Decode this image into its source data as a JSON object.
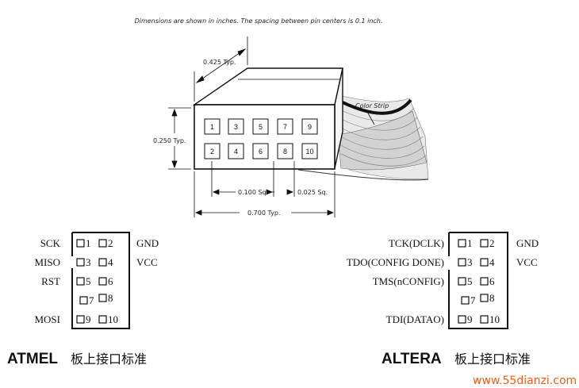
{
  "header_note": "Dimensions are shown in inches. The spacing between pin centers is 0.1 inch.",
  "dimensions": {
    "depth": "0.425 Typ.",
    "height": "0.250 Typ.",
    "pin_pitch": "0.100 Sq.",
    "pin_size": "0.025 Sq.",
    "width": "0.700 Typ."
  },
  "color_strip_label": "Color Strip",
  "connector_pins": {
    "top": [
      "1",
      "3",
      "5",
      "7",
      "9"
    ],
    "bottom": [
      "2",
      "4",
      "6",
      "8",
      "10"
    ]
  },
  "atmel": {
    "left_signals": [
      "SCK",
      "MISO",
      "RST",
      "",
      "MOSI"
    ],
    "right_signals": [
      "GND",
      "VCC",
      "",
      "",
      ""
    ],
    "pins": [
      [
        "1",
        "2"
      ],
      [
        "3",
        "4"
      ],
      [
        "5",
        "6"
      ],
      [
        "7",
        "8"
      ],
      [
        "9",
        "10"
      ]
    ],
    "brand": "ATMEL",
    "caption": "板上接口标准"
  },
  "altera": {
    "left_signals": [
      "TCK(DCLK)",
      "TDO(CONFIG DONE)",
      "TMS(nCONFIG)",
      "",
      "TDI(DATAO)"
    ],
    "right_signals": [
      "GND",
      "VCC",
      "",
      "",
      ""
    ],
    "pins": [
      [
        "1",
        "2"
      ],
      [
        "3",
        "4"
      ],
      [
        "5",
        "6"
      ],
      [
        "7",
        "8"
      ],
      [
        "9",
        "10"
      ]
    ],
    "brand": "ALTERA",
    "caption": "板上接口标准"
  },
  "watermark": "www.55dianzi.com"
}
